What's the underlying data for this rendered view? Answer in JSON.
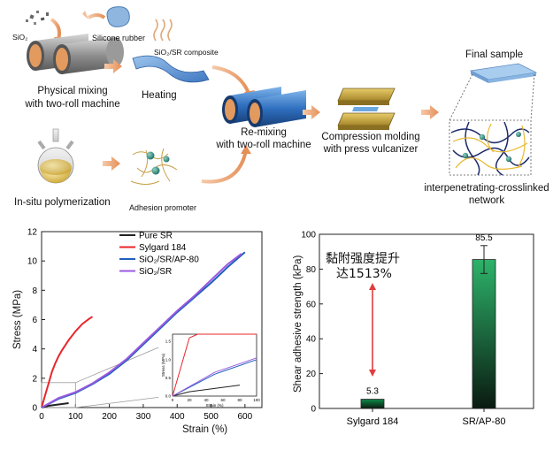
{
  "process": {
    "sio2_small": "SiO₂",
    "silicone_rubber": "Silicone rubber",
    "composite_label": "SiO₂/SR composite",
    "physical_mixing_1": "Physical mixing",
    "physical_mixing_2": "with two-roll machine",
    "heating": "Heating",
    "remixing_1": "Re-mixing",
    "remixing_2": "with two-roll machine",
    "compression_1": "Compression molding",
    "compression_2": "with press vulcanizer",
    "final_sample": "Final sample",
    "network_1": "interpenetrating-crosslinked",
    "network_2": "network",
    "insitu": "In-situ polymerization",
    "adhesion_promoter": "Adhesion promoter"
  },
  "chart_data": [
    {
      "type": "line",
      "xlabel": "Strain (%)",
      "ylabel": "Stress (MPa)",
      "xlim": [
        0,
        650
      ],
      "ylim": [
        0,
        12
      ],
      "xticks": [
        "0",
        "100",
        "200",
        "300",
        "400",
        "500",
        "600"
      ],
      "yticks": [
        "0",
        "2",
        "4",
        "6",
        "8",
        "10",
        "12"
      ],
      "legend_position": "top-center",
      "series": [
        {
          "name": "Pure SR",
          "color": "#222222",
          "x": [
            0,
            20,
            40,
            60,
            80
          ],
          "y": [
            0,
            0.12,
            0.18,
            0.24,
            0.3
          ]
        },
        {
          "name": "Sylgard 184",
          "color": "#e8262b",
          "x": [
            0,
            10,
            20,
            30,
            40,
            50,
            60,
            80,
            100,
            120,
            140,
            150
          ],
          "y": [
            0,
            0.8,
            1.6,
            2.4,
            3.0,
            3.5,
            3.9,
            4.6,
            5.2,
            5.7,
            6.05,
            6.2
          ]
        },
        {
          "name": "SiO₂/SR/AP-80",
          "color": "#1f5fbf",
          "x": [
            0,
            50,
            100,
            150,
            200,
            250,
            300,
            350,
            400,
            450,
            500,
            550,
            600
          ],
          "y": [
            0,
            0.6,
            1.0,
            1.6,
            2.3,
            3.2,
            4.3,
            5.4,
            6.5,
            7.5,
            8.5,
            9.6,
            10.6
          ]
        },
        {
          "name": "SiO₂/SR",
          "color": "#9b59e0",
          "x": [
            0,
            50,
            100,
            150,
            200,
            250,
            300,
            350,
            400,
            450,
            500,
            550,
            590
          ],
          "y": [
            0,
            0.65,
            1.05,
            1.65,
            2.4,
            3.3,
            4.4,
            5.5,
            6.6,
            7.6,
            8.7,
            9.8,
            10.5
          ]
        }
      ],
      "inset": {
        "xlabel": "Strain (%)",
        "ylabel": "Stress (MPa)",
        "xticks": [
          "0",
          "20",
          "40",
          "60",
          "80",
          "100"
        ],
        "yticks": [
          "0.0",
          "0.5",
          "1.0",
          "1.5"
        ]
      }
    },
    {
      "type": "bar",
      "xlabel": "",
      "ylabel": "Shear adhesive strength (kPa)",
      "ylim": [
        0,
        100
      ],
      "yticks": [
        "0",
        "20",
        "40",
        "60",
        "80",
        "100"
      ],
      "categories": [
        "Sylgard 184",
        "SR/AP-80"
      ],
      "values": [
        5.3,
        85.5
      ],
      "value_labels": [
        "5.3",
        "85.5"
      ],
      "errors": [
        0,
        8
      ],
      "bar_colors": [
        "#0f8a4a",
        "#2db36a"
      ],
      "annotation": {
        "line1": "黏附强度提升",
        "line2": "达1513%",
        "arrow_color": "#e23c3c"
      }
    }
  ]
}
